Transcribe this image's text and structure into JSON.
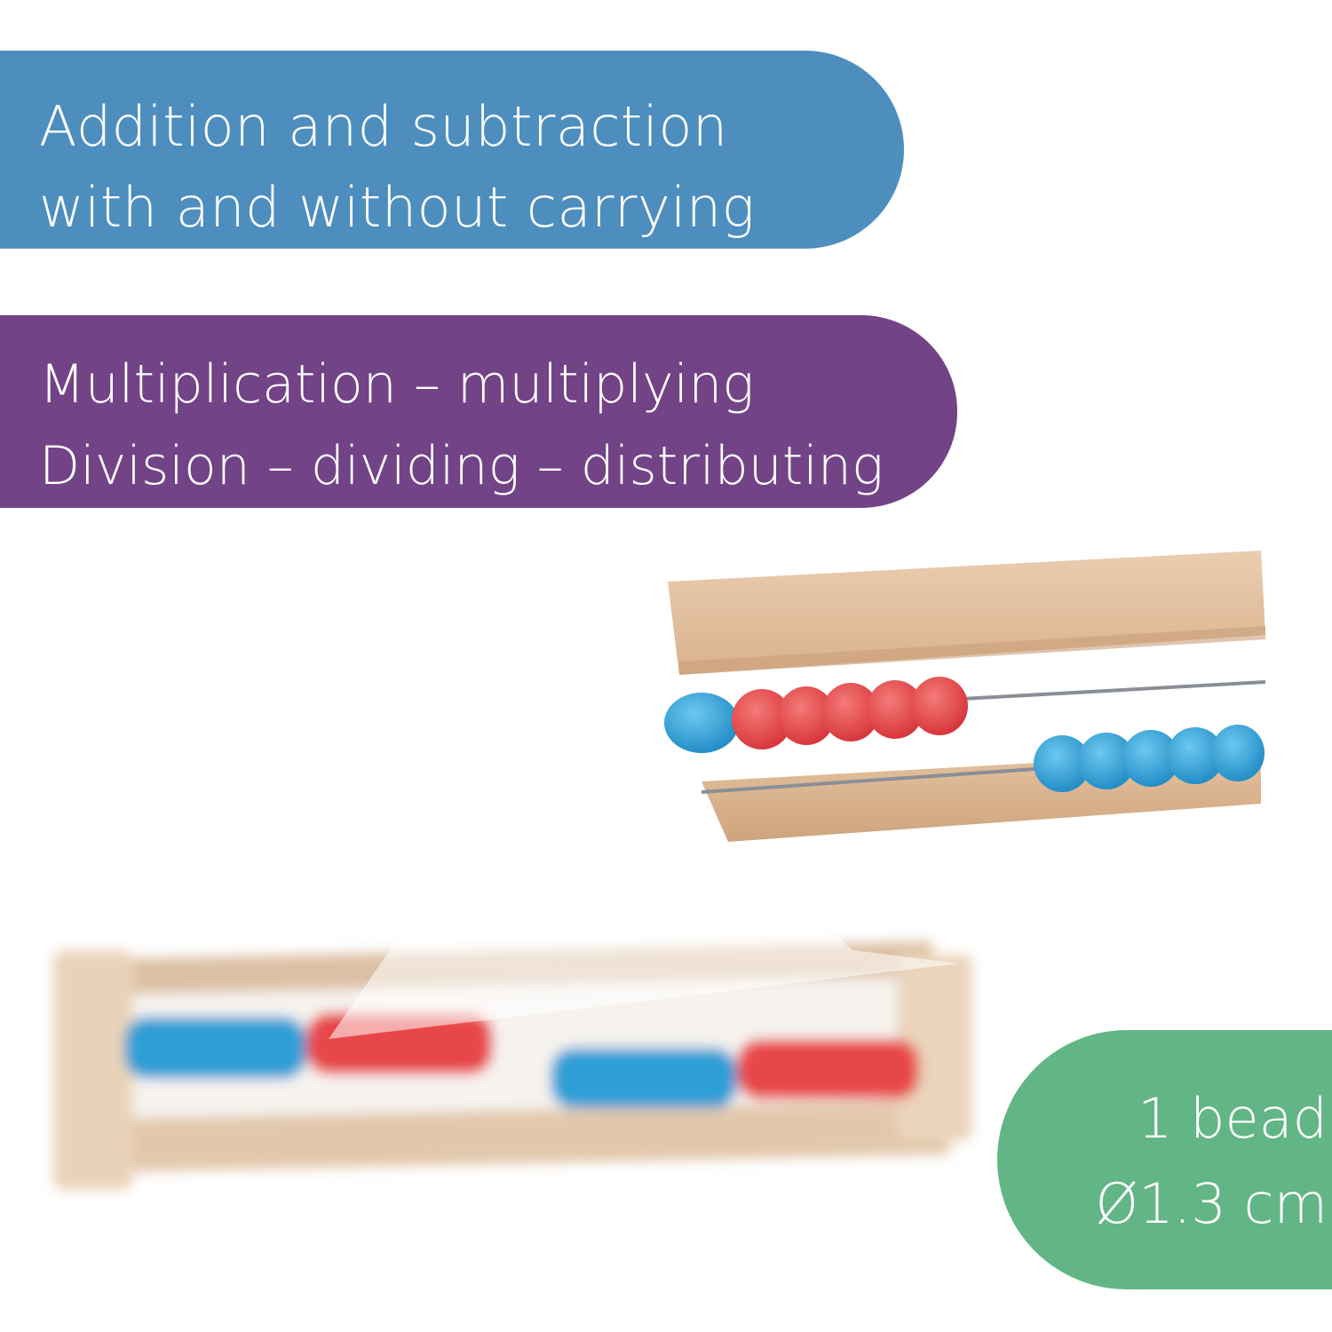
{
  "banners": {
    "blue": {
      "line1": "Addition and subtraction",
      "line2": "with and without carrying",
      "color": "#4e8ebe"
    },
    "purple": {
      "line1": "Multiplication – multiplying",
      "line2": "Division – dividing – distributing",
      "color": "#724386"
    }
  },
  "badge": {
    "line1": "1 bead",
    "line2": "Ø1.3 cm",
    "color": "#62b585"
  },
  "illustration": {
    "subject": "wooden-abacus",
    "bead_colors": {
      "blue": "#2f9fd6",
      "red": "#e8464a"
    },
    "wood_color": "#e8c9a8"
  }
}
